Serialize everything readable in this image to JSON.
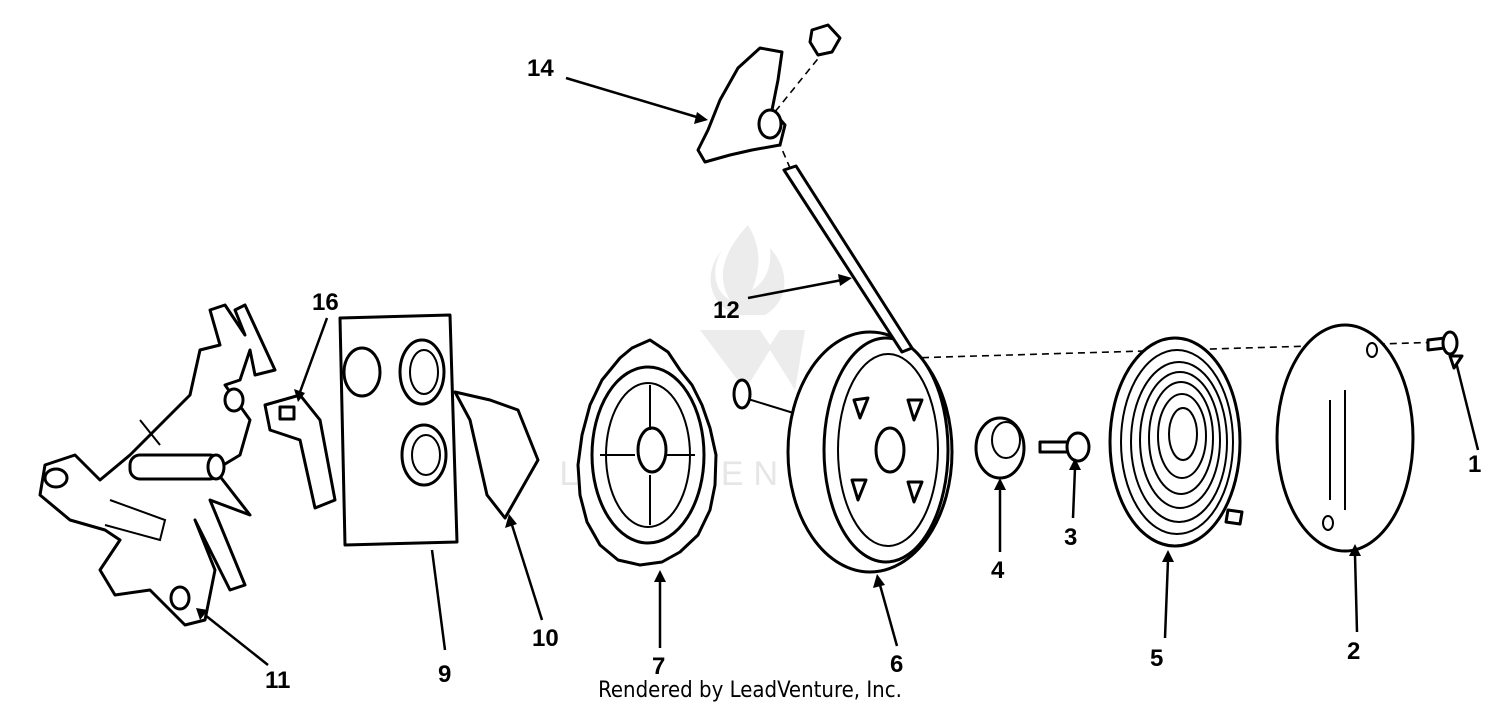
{
  "credit": "Rendered by LeadVenture, Inc.",
  "watermark": "LEADVENTURE",
  "callouts": {
    "c1": "1",
    "c2": "2",
    "c3": "3",
    "c4": "4",
    "c5": "5",
    "c6": "6",
    "c7": "7",
    "c9": "9",
    "c10": "10",
    "c11": "11",
    "c12": "12",
    "c14": "14",
    "c16": "16"
  }
}
